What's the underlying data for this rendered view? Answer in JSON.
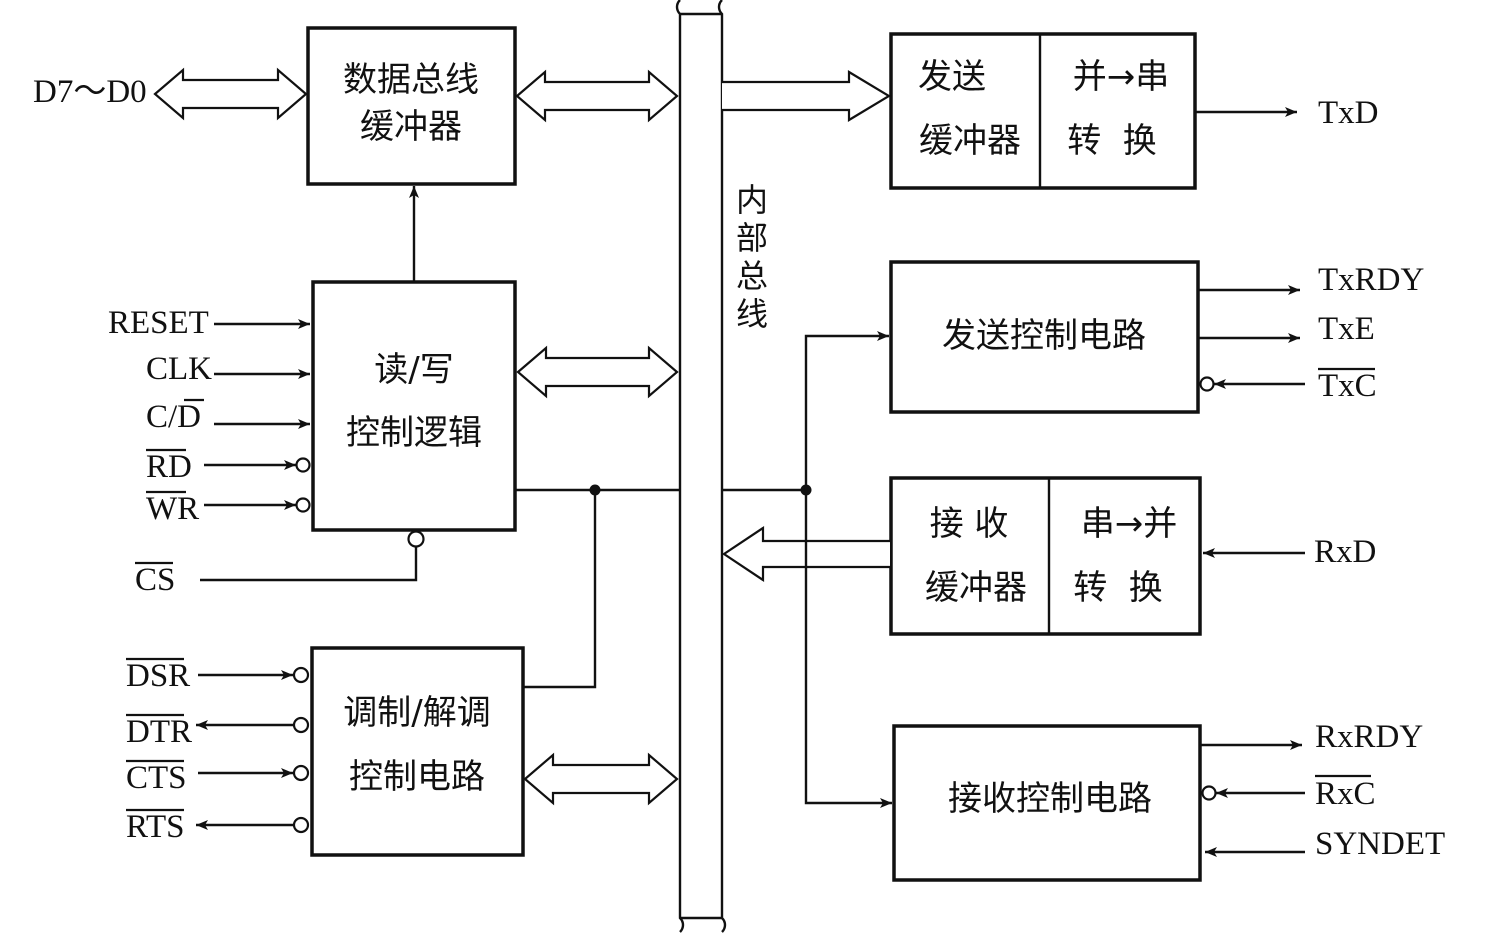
{
  "diagram": {
    "internal_bus_label": [
      "内",
      "部",
      "总",
      "线"
    ],
    "blocks": {
      "data_bus_buffer": [
        "数据总线",
        "缓冲器"
      ],
      "rw_control": [
        "读/写",
        "控制逻辑"
      ],
      "modem_control": [
        "调制/解调",
        "控制电路"
      ],
      "tx_buffer": [
        "发送",
        "缓冲器"
      ],
      "tx_converter": [
        "并→串",
        "转  换"
      ],
      "tx_control": "发送控制电路",
      "rx_buffer": [
        "接 收",
        "缓冲器"
      ],
      "rx_converter": [
        "串→并",
        "转  换"
      ],
      "rx_control": "接收控制电路"
    },
    "signals": {
      "d7_d0": "D7～D0",
      "reset": "RESET",
      "clk": "CLK",
      "c_d": "C/D",
      "rd": "RD",
      "wr": "WR",
      "cs": "CS",
      "dsr": "DSR",
      "dtr": "DTR",
      "cts": "CTS",
      "rts": "RTS",
      "txd": "TxD",
      "txrdy": "TxRDY",
      "txe": "TxE",
      "txc": "TxC",
      "rxd": "RxD",
      "rxrdy": "RxRDY",
      "rxc": "RxC",
      "syndet": "SYNDET"
    }
  }
}
